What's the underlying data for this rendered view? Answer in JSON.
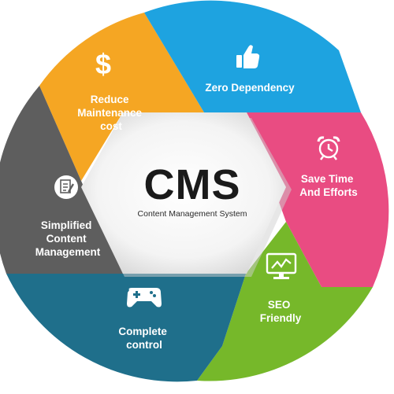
{
  "center": {
    "title": "CMS",
    "subtitle": "Content Management System"
  },
  "segments": [
    {
      "id": "reduce-maintenance",
      "color": "#f5a623",
      "icon": "dollar-icon",
      "lines": [
        "Reduce",
        "Maintenance",
        "cost"
      ]
    },
    {
      "id": "zero-dependency",
      "color": "#1ea3e0",
      "icon": "thumbs-up-icon",
      "lines": [
        "Zero Dependency"
      ]
    },
    {
      "id": "save-time",
      "color": "#e94c82",
      "icon": "alarm-clock-icon",
      "lines": [
        "Save Time",
        "And Efforts"
      ]
    },
    {
      "id": "seo-friendly",
      "color": "#76b82a",
      "icon": "monitor-chart-icon",
      "lines": [
        "SEO",
        "Friendly"
      ]
    },
    {
      "id": "complete-control",
      "color": "#1f6f8b",
      "icon": "gamepad-icon",
      "lines": [
        "Complete",
        "control"
      ]
    },
    {
      "id": "simplified-content",
      "color": "#5e5e5e",
      "icon": "document-edit-icon",
      "lines": [
        "Simplified",
        "Content",
        "Management"
      ]
    }
  ],
  "colors": {
    "center_fill": "#ffffff",
    "center_shadow": "#d9d9d9"
  }
}
